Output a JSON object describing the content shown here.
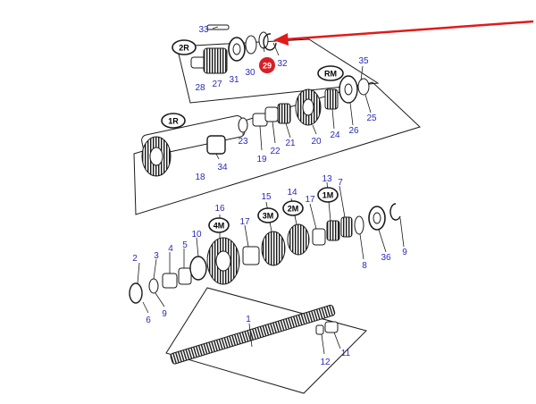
{
  "diagram": {
    "part_numbers": [
      "1",
      "2",
      "3",
      "4",
      "5",
      "6",
      "7",
      "8",
      "9",
      "9",
      "10",
      "11",
      "12",
      "13",
      "14",
      "15",
      "16",
      "17",
      "17",
      "18",
      "19",
      "20",
      "21",
      "22",
      "23",
      "24",
      "25",
      "26",
      "27",
      "28",
      "29",
      "30",
      "31",
      "32",
      "33",
      "34",
      "35",
      "36"
    ],
    "group_badges": [
      "2R",
      "1R",
      "RM",
      "4M",
      "3M",
      "2M",
      "1M"
    ],
    "highlighted_part": "29",
    "colors": {
      "ink": "#1a1a1a",
      "label": "#2a2ab8",
      "highlight": "#d61f26",
      "arrow": "#e01b1b"
    }
  }
}
